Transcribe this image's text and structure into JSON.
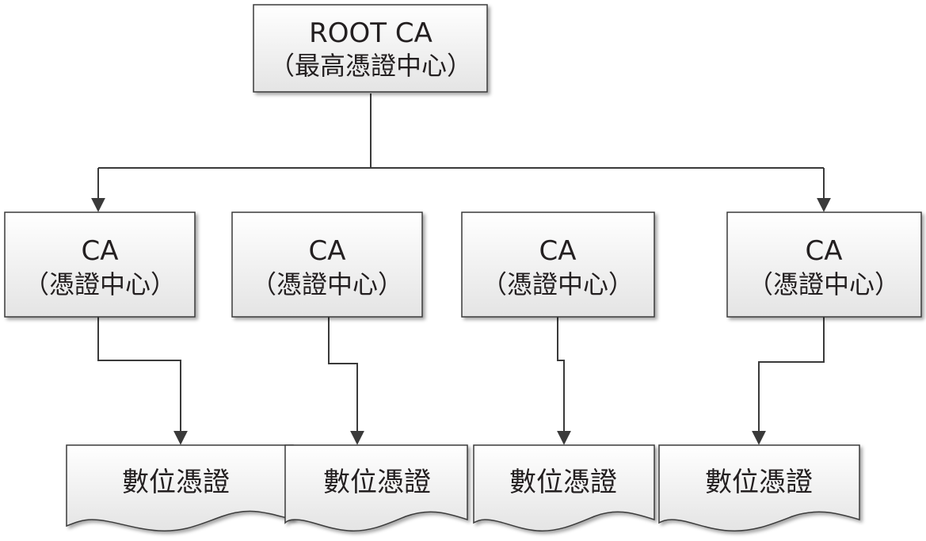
{
  "colors": {
    "box_fill_top": "#ffffff",
    "box_fill_bottom": "#e6e6e6",
    "stroke": "#3a3a3a",
    "text": "#231f20"
  },
  "root": {
    "title": "ROOT CA",
    "subtitle": "（最高憑證中心）"
  },
  "cas": [
    {
      "title": "CA",
      "subtitle": "（憑證中心）"
    },
    {
      "title": "CA",
      "subtitle": "（憑證中心）"
    },
    {
      "title": "CA",
      "subtitle": "（憑證中心）"
    },
    {
      "title": "CA",
      "subtitle": "（憑證中心）"
    }
  ],
  "certificates": [
    {
      "label": "數位憑證"
    },
    {
      "label": "數位憑證"
    },
    {
      "label": "數位憑證"
    },
    {
      "label": "數位憑證"
    }
  ]
}
